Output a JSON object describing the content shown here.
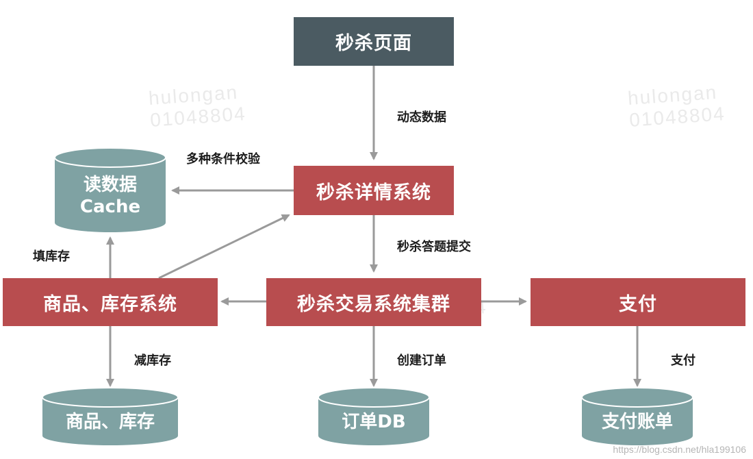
{
  "colors": {
    "dark_box": "#4b5b62",
    "red_box": "#b84d4f",
    "db": "#7fa2a3",
    "arrow": "#9a9a9a"
  },
  "nodes": {
    "seckill_page": "秒杀页面",
    "detail_system": "秒杀详情系统",
    "read_cache_line1": "读数据",
    "read_cache_line2": "Cache",
    "goods_inventory_system": "商品、库存系统",
    "trade_cluster": "秒杀交易系统集群",
    "payment": "支付",
    "goods_inventory_db": "商品、库存",
    "order_db": "订单DB",
    "payment_bill_db": "支付账单"
  },
  "edge_labels": {
    "dynamic_data": "动态数据",
    "validation": "多种条件校验",
    "submit_answer": "秒杀答题提交",
    "fill_inventory": "填库存",
    "reduce_inventory": "减库存",
    "create_order": "创建订单",
    "pay": "支付"
  },
  "watermarks": {
    "name": "hulongan",
    "id": "01048804"
  },
  "footer": "https://blog.csdn.net/hla199106"
}
